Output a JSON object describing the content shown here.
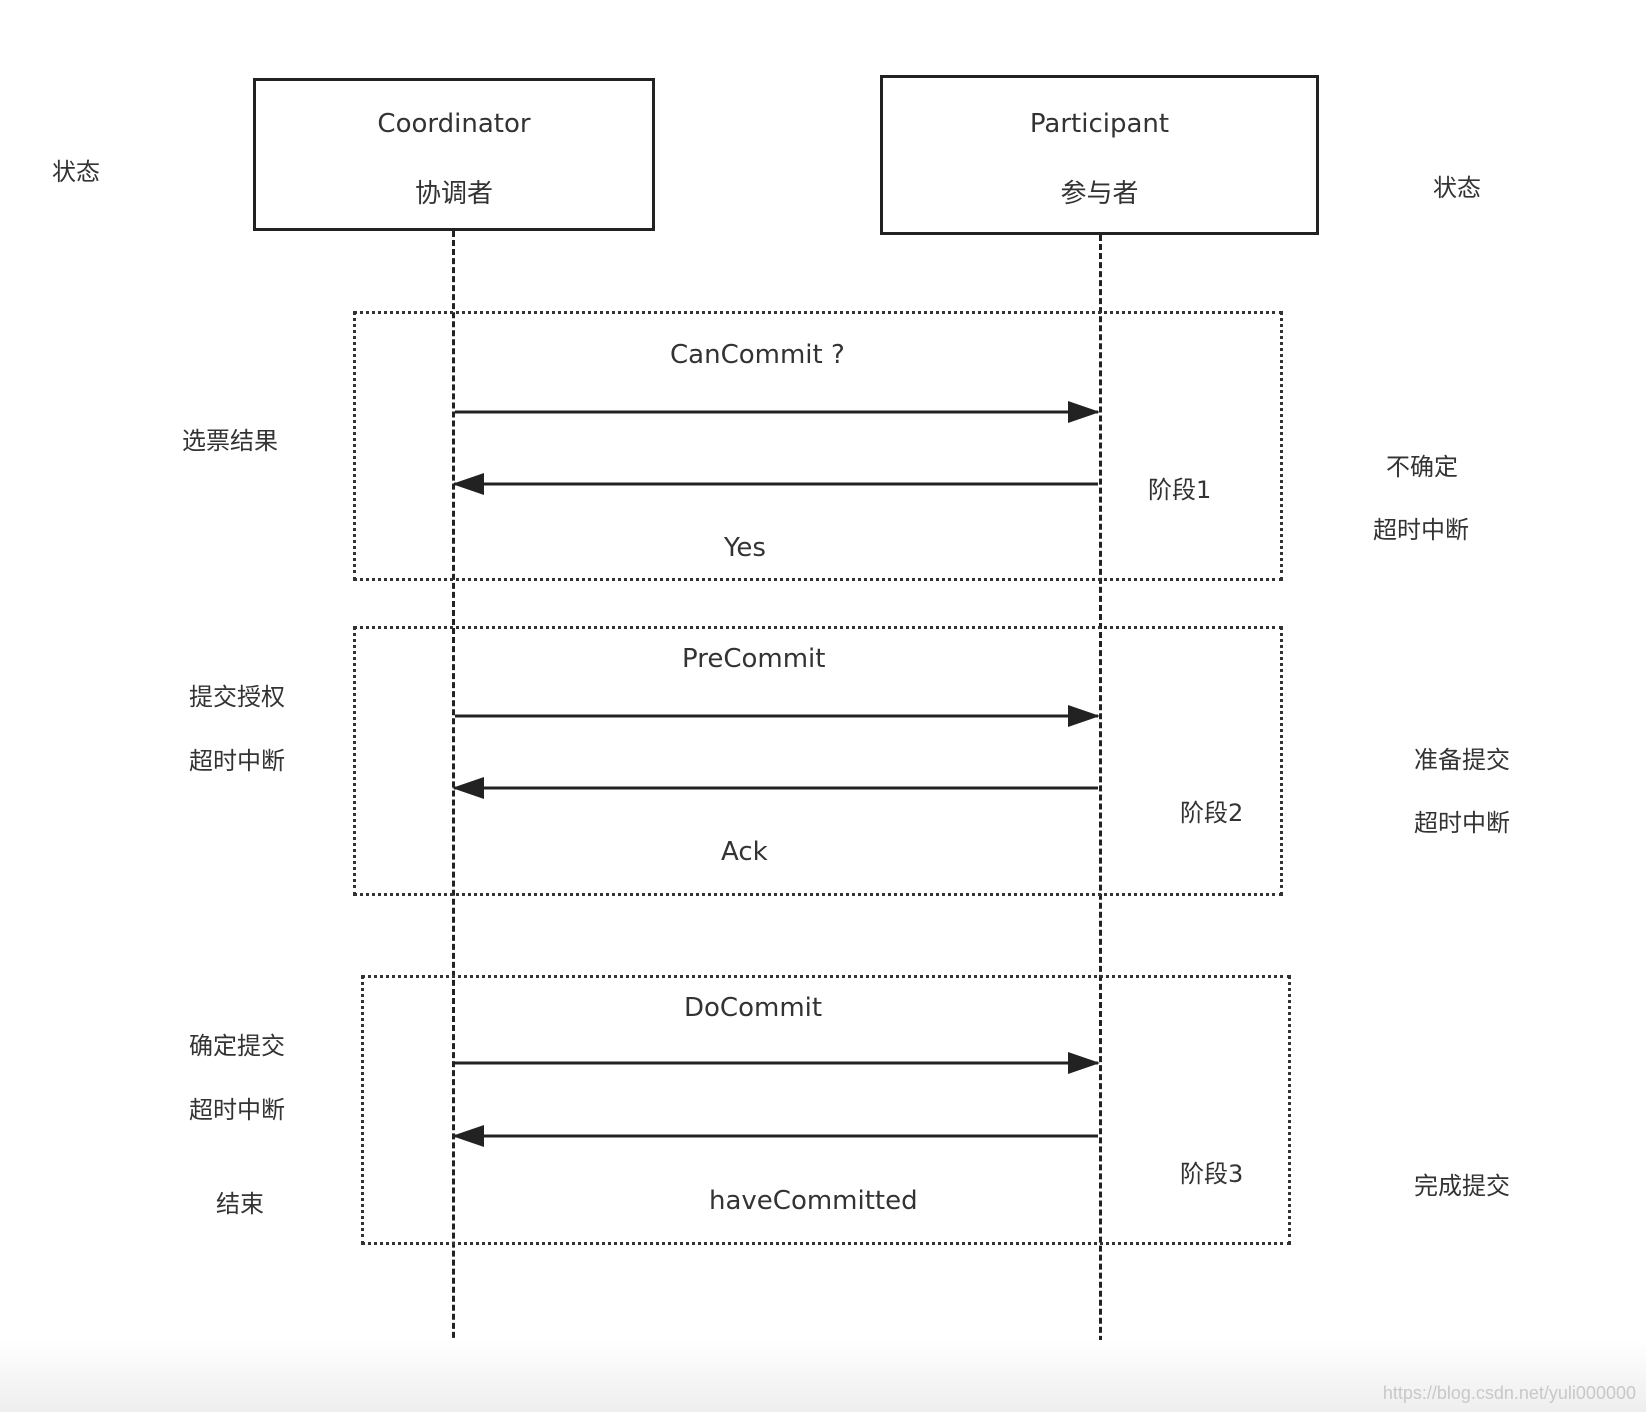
{
  "actors": {
    "coordinator": {
      "name": "Coordinator",
      "name_cn": "协调者"
    },
    "participant": {
      "name": "Participant",
      "name_cn": "参与者"
    }
  },
  "state_headers": {
    "left": "状态",
    "right": "状态"
  },
  "phases": [
    {
      "label": "阶段1",
      "request": "CanCommit ?",
      "response": "Yes",
      "left_states": [
        "选票结果"
      ],
      "right_states": [
        "不确定",
        "超时中断"
      ]
    },
    {
      "label": "阶段2",
      "request": "PreCommit",
      "response": "Ack",
      "left_states": [
        "提交授权",
        "超时中断"
      ],
      "right_states": [
        "准备提交",
        "超时中断"
      ]
    },
    {
      "label": "阶段3",
      "request": "DoCommit",
      "response": "haveCommitted",
      "left_states": [
        "确定提交",
        "超时中断",
        "结束"
      ],
      "right_states": [
        "完成提交"
      ]
    }
  ],
  "watermark": "https://blog.csdn.net/yuli000000"
}
